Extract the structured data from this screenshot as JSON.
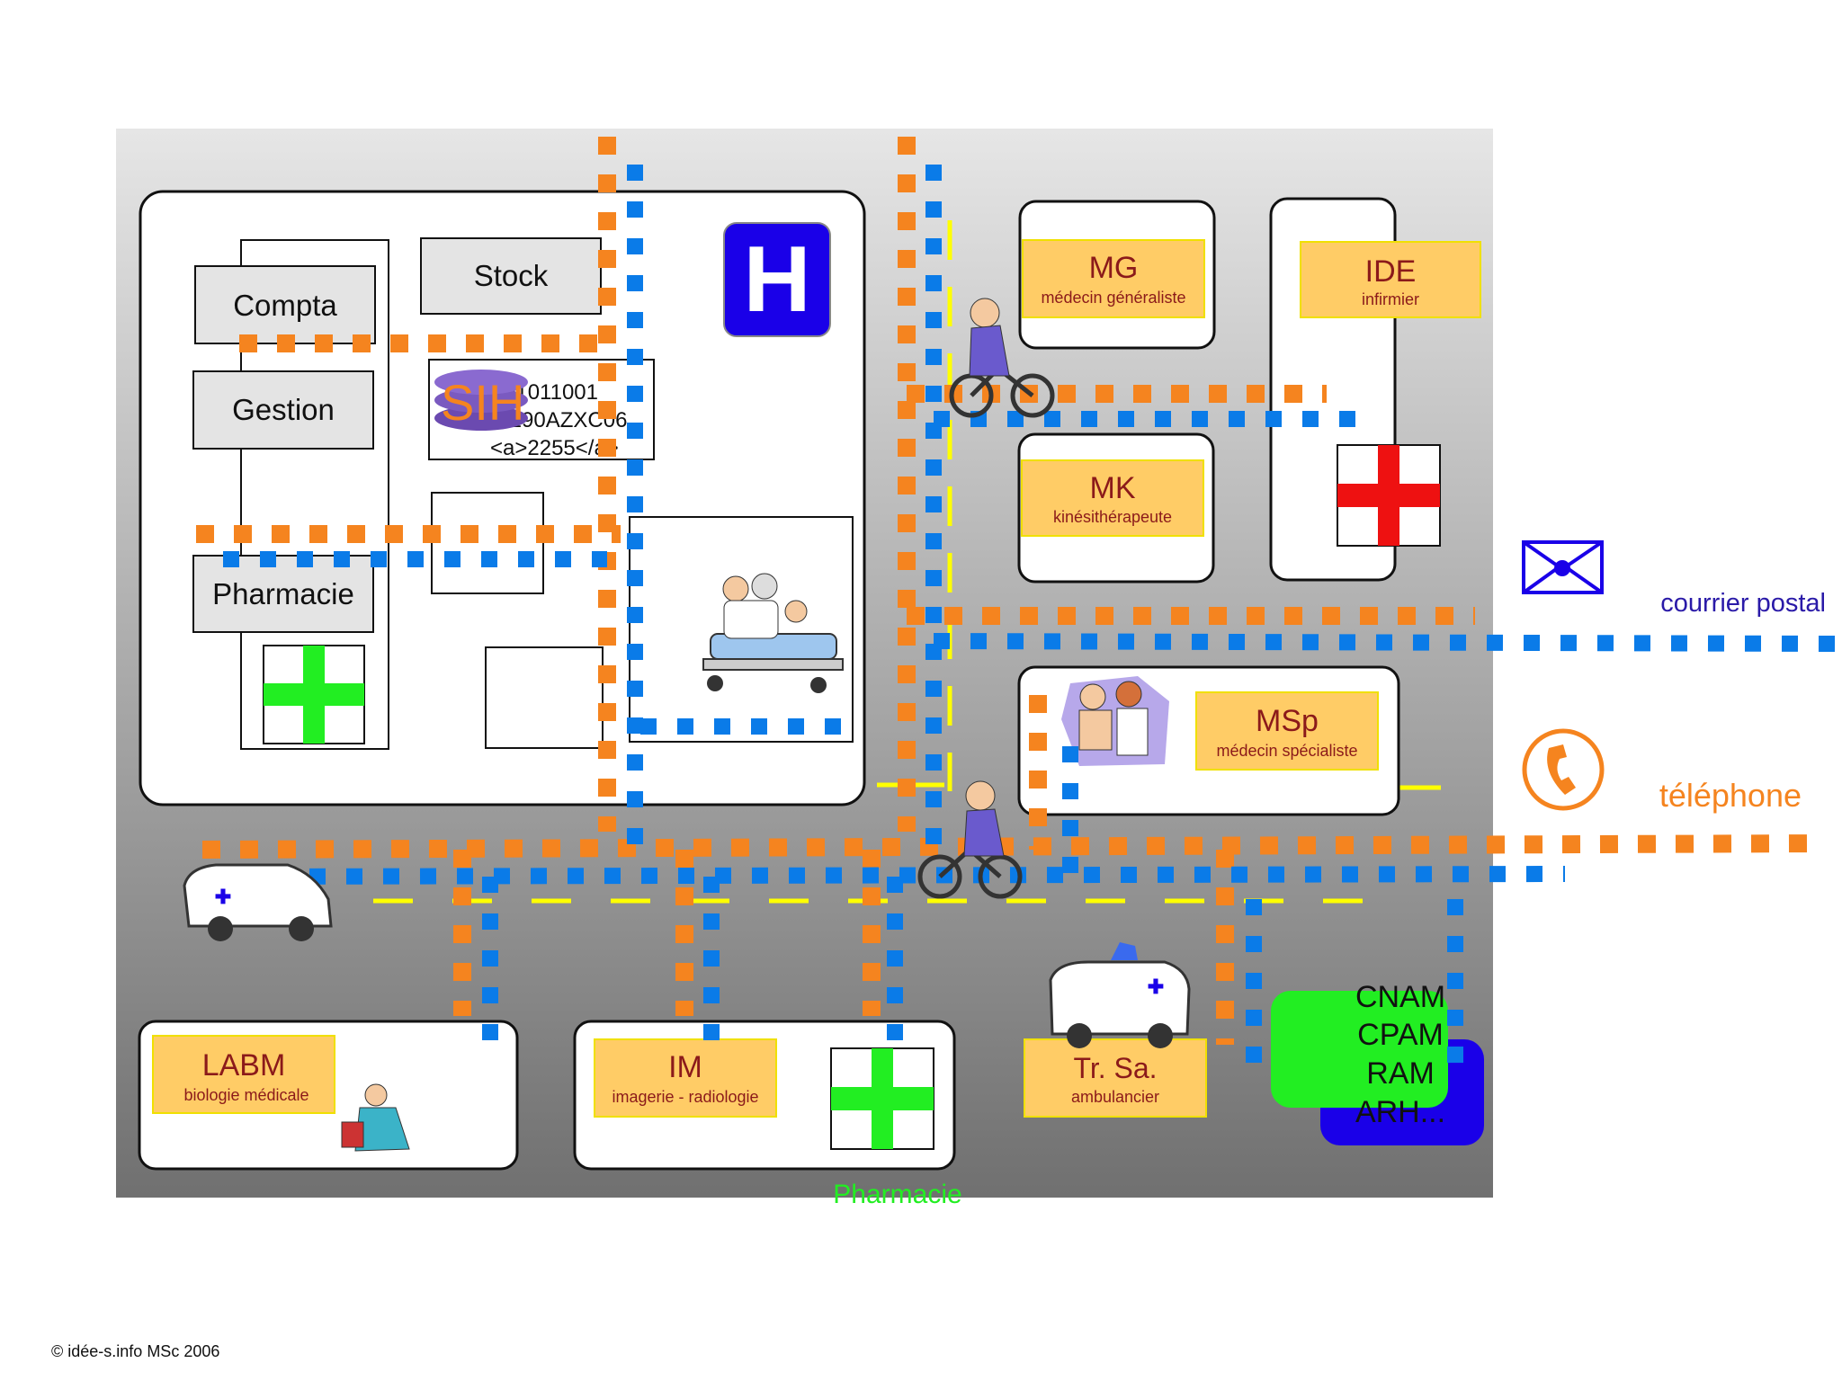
{
  "hospital": {
    "compta": "Compta",
    "stock": "Stock",
    "gestion": "Gestion",
    "pharmacie": "Pharmacie",
    "sih_label": "SIH",
    "sih_code": [
      "01011001",
      "01290AZXC06",
      "<a>2255</a>"
    ],
    "h_letter": "H"
  },
  "practitioners": {
    "mg": {
      "abbr": "MG",
      "desc": "médecin généraliste"
    },
    "ide": {
      "abbr": "IDE",
      "desc": "infirmier"
    },
    "mk": {
      "abbr": "MK",
      "desc": "kinésithérapeute"
    },
    "msp": {
      "abbr": "MSp",
      "desc": "médecin spécialiste"
    },
    "labm": {
      "abbr": "LABM",
      "desc": "biologie médicale"
    },
    "im": {
      "abbr": "IM",
      "desc": "imagerie - radiologie"
    },
    "trsa": {
      "abbr": "Tr. Sa.",
      "desc": "ambulancier"
    }
  },
  "pharmacie_street": "Pharmacie",
  "insurance": [
    "CNAM",
    "CPAM",
    "RAM",
    "ARH..."
  ],
  "channels": {
    "courrier": "courrier postal",
    "telephone": "téléphone"
  },
  "colors": {
    "orange": "#f5841f",
    "blue": "#0a7be8",
    "yellow": "#ffff00",
    "label_fill": "#ffcc66",
    "label_text": "#8b1a1a",
    "green": "#22ee22",
    "red": "#ee1111",
    "h_blue": "#1a00e8",
    "courrier_text": "#2a1aa8"
  },
  "footer": "© idée-s.info MSc 2006"
}
